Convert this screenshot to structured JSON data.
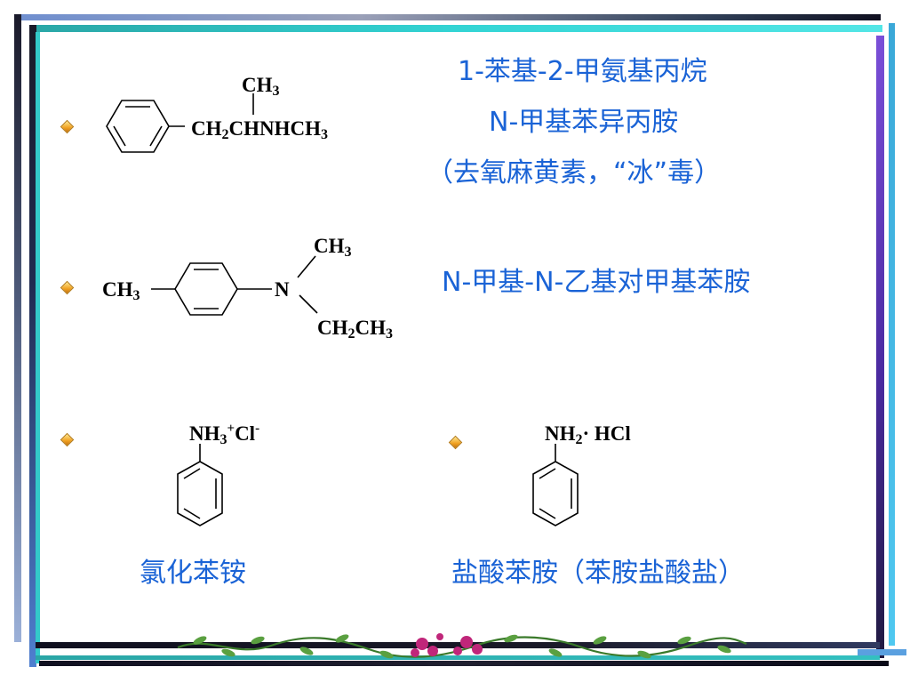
{
  "slide": {
    "compounds": [
      {
        "formula": {
          "ch3_top": "CH3",
          "chain": "CH2CHNHCH3"
        },
        "name_lines": [
          "1-苯基-2-甲氨基丙烷",
          "N-甲基苯异丙胺",
          "（去氧麻黄素，“冰”毒）"
        ]
      },
      {
        "formula": {
          "left": "CH3",
          "n": "N",
          "ch3_top": "CH3",
          "ethyl": "CH2CH3"
        },
        "name": "N-甲基-N-乙基对甲基苯胺"
      },
      {
        "formula": "NH3+Cl-",
        "name": "氯化苯铵"
      },
      {
        "formula": "NH2· HCl",
        "name": "盐酸苯胺（苯胺盐酸盐）"
      }
    ]
  },
  "colors": {
    "text_blue": "#1a63d6",
    "bullet": "#f0a020",
    "frame_cyan": "#33c9c9",
    "frame_purple": "#7a4fd8"
  },
  "icons": {
    "bullet": "diamond-bullet-icon",
    "footer": "vine-flower-border-icon"
  }
}
